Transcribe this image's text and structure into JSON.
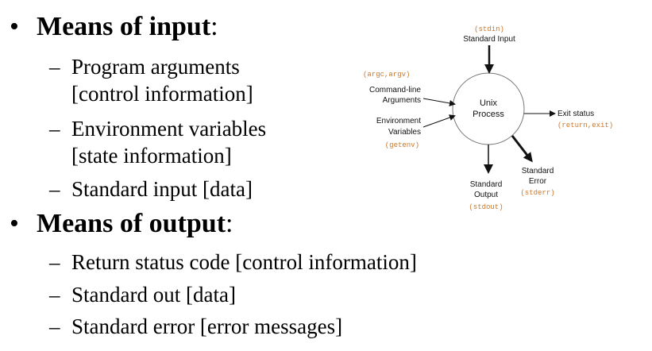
{
  "slide": {
    "input": {
      "heading": "Means of input",
      "colon": ":",
      "items": [
        "Program arguments",
        "[control information]",
        "Environment variables",
        "[state information]",
        "Standard input [data]"
      ]
    },
    "output": {
      "heading": "Means of output",
      "colon": ":",
      "items": [
        "Return status code [control information]",
        "Standard out [data]",
        "Standard error [error messages]"
      ]
    },
    "bullet_glyph": "•",
    "dash_glyph": "–"
  },
  "diagram": {
    "process_line1": "Unix",
    "process_line2": "Process",
    "stdin_code": "(stdin)",
    "stdin_label": "Standard Input",
    "args_code": "(argc,argv)",
    "args_label1": "Command-line",
    "args_label2": "Arguments",
    "env_label1": "Environment",
    "env_label2": "Variables",
    "env_code": "(getenv)",
    "exit_label": "Exit status",
    "exit_code": "(return,exit)",
    "stdout_label1": "Standard",
    "stdout_label2": "Output",
    "stdout_code": "(stdout)",
    "stderr_label1": "Standard",
    "stderr_label2": "Error",
    "stderr_code": "(stderr)",
    "colors": {
      "code": "#c8772d",
      "ink": "#111111"
    }
  }
}
